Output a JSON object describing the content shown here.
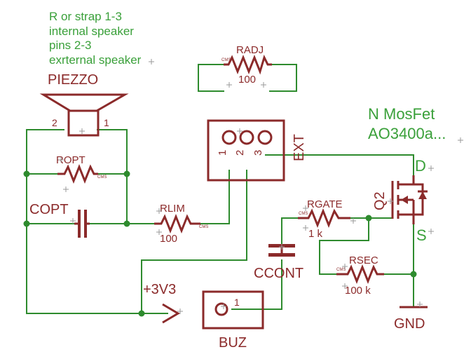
{
  "colors": {
    "wire": "#2e8b2e",
    "symbol": "#8b2a2a",
    "note": "#3aa03a",
    "marker": "#9a9a9a"
  },
  "notes": {
    "line1": "R or strap 1-3",
    "line2": "internal speaker",
    "line3": "pins 2-3",
    "line4": "exrternal speaker",
    "mosfet_type": "N   MosFet",
    "mosfet_part": "AO3400a..."
  },
  "parts": {
    "piezzo": {
      "name": "PIEZZO",
      "pin1": "1",
      "pin2": "2"
    },
    "radj": {
      "name": "RADJ",
      "value": "100",
      "pkg": "CMS"
    },
    "ropt": {
      "name": "ROPT",
      "pkg": "CMS"
    },
    "copt": {
      "name": "COPT"
    },
    "rlim": {
      "name": "RLIM",
      "value": "100",
      "pkg": "CMS"
    },
    "ext": {
      "name": "EXT",
      "pin1": "1",
      "pin2": "2",
      "pin3": "3"
    },
    "rgate": {
      "name": "RGATE",
      "value": "1  k",
      "pkg": "CMS"
    },
    "rsec": {
      "name": "RSEC",
      "value": "100  k",
      "pkg": "CMS"
    },
    "ccont": {
      "name": "CCONT"
    },
    "q2": {
      "name": "Q2",
      "drain": "D",
      "source": "S"
    },
    "buz": {
      "name": "BUZ",
      "pin1": "1"
    },
    "supply": {
      "name": "+3V3"
    },
    "ground": {
      "name": "GND"
    }
  }
}
